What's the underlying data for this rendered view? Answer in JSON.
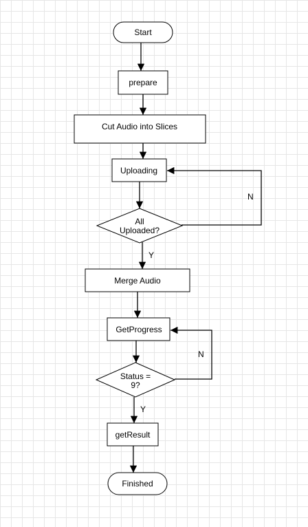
{
  "nodes": {
    "start": "Start",
    "prepare": "prepare",
    "cut": "Cut Audio into Slices",
    "uploading": "Uploading",
    "all_uploaded_1": "All",
    "all_uploaded_2": "Uploaded?",
    "merge": "Merge Audio",
    "getprogress": "GetProgress",
    "status_1": "Status =",
    "status_2": "9?",
    "getresult": "getResult",
    "finished": "Finished"
  },
  "edges": {
    "n_upload": "N",
    "y_upload": "Y",
    "n_status": "N",
    "y_status": "Y"
  }
}
